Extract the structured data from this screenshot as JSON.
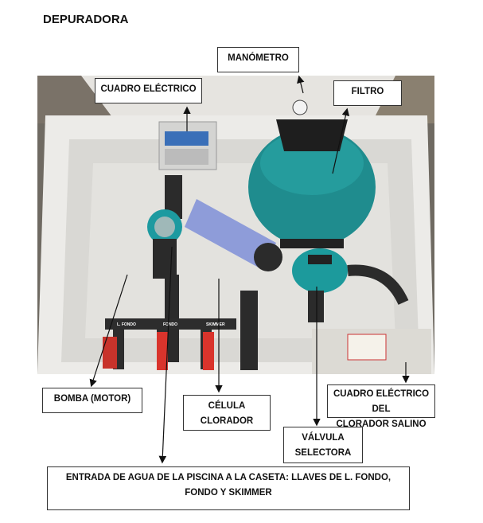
{
  "title": "DEPURADORA",
  "labels": {
    "manometro": "MANÓMETRO",
    "cuadro_electrico": "CUADRO ELÉCTRICO",
    "filtro": "FILTRO",
    "bomba": "BOMBA (MOTOR)",
    "celula_line1": "CÉLULA",
    "celula_line2": "CLORADOR",
    "cuadro_salino_line1": "CUADRO ELÉCTRICO DEL",
    "cuadro_salino_line2": "CLORADOR SALINO",
    "valvula_line1": "VÁLVULA",
    "valvula_line2": "SELECTORA",
    "entrada_line1": "ENTRADA DE AGUA DE LA PISCINA A LA CASETA: LLAVES DE L. FONDO,",
    "entrada_line2": "FONDO Y  SKIMMER"
  },
  "photo_labels": {
    "l_fondo": "L. FONDO",
    "fondo": "FONDO",
    "skimmer": "SKIMMER"
  }
}
